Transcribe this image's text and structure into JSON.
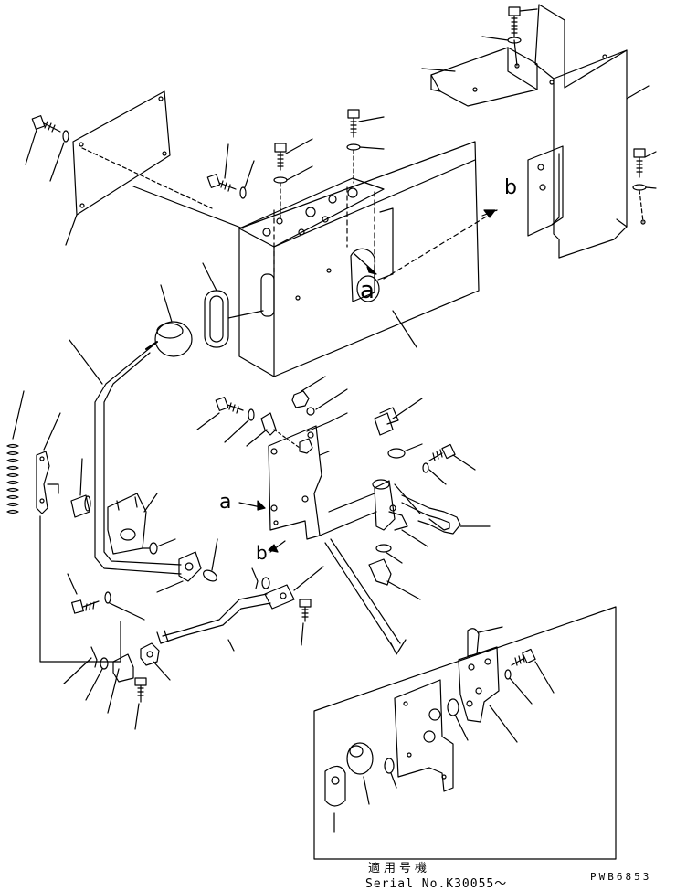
{
  "callouts": {
    "a_main": "a",
    "a_lower": "a",
    "b_main": "b",
    "b_lower": "b"
  },
  "applicability": {
    "title": "適用号機",
    "serial": "Serial No.K30055～"
  },
  "drawing_number": "PWB6853",
  "icons": [
    "bolt-icon",
    "washer-icon",
    "nut-icon",
    "spring-icon",
    "knob-icon",
    "grommet-icon",
    "pin-icon",
    "elbow-fitting-icon"
  ]
}
